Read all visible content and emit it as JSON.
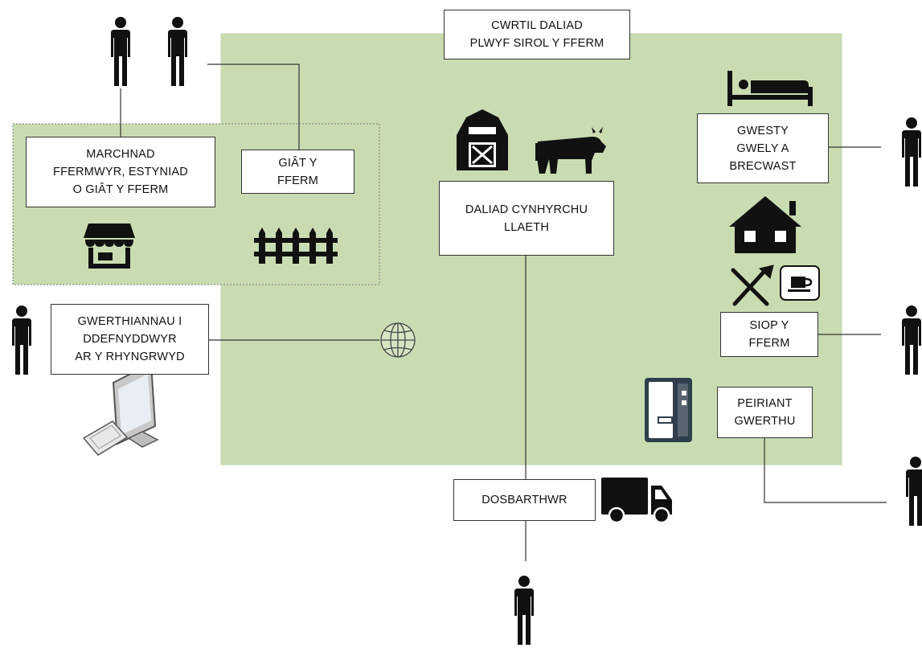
{
  "colors": {
    "farm_area": "#c9dcb1",
    "farm_area_border": "#c0d3a8",
    "zone_border": "#777777",
    "line": "#333333",
    "icon": "#111111",
    "vending_icon": "#2f3e4d"
  },
  "labels": {
    "farm_holding": "CWRTIL DALIAD\nPLWYF SIROL Y FFERM",
    "farmers_market": "MARCHNAD\nFFERMWYR, ESTYNIAD\nO GIÂT Y FFERM",
    "farm_gate": "GIÂT Y\nFFERM",
    "dairy_holding": "DALIAD CYNHYRCHU\nLLAETH",
    "bnb": "GWESTY\nGWELY A\nBRECWAST",
    "farm_shop": "SIOP Y\nFFERM",
    "vending_machine": "PEIRIANT\nGWERTHU",
    "online_sales": "GWERTHIANNAU I\nDDEFNYDDWYR\nAR Y RHYNGRWYD",
    "distributor": "DOSBARTHWR"
  },
  "icons": [
    "person-icon",
    "shop-icon",
    "fence-icon",
    "barn-icon",
    "cow-icon",
    "bed-icon",
    "house-icon",
    "cutlery-icon",
    "coffee-cup-icon",
    "globe-icon",
    "computer-icon",
    "vending-machine-icon",
    "truck-icon"
  ]
}
